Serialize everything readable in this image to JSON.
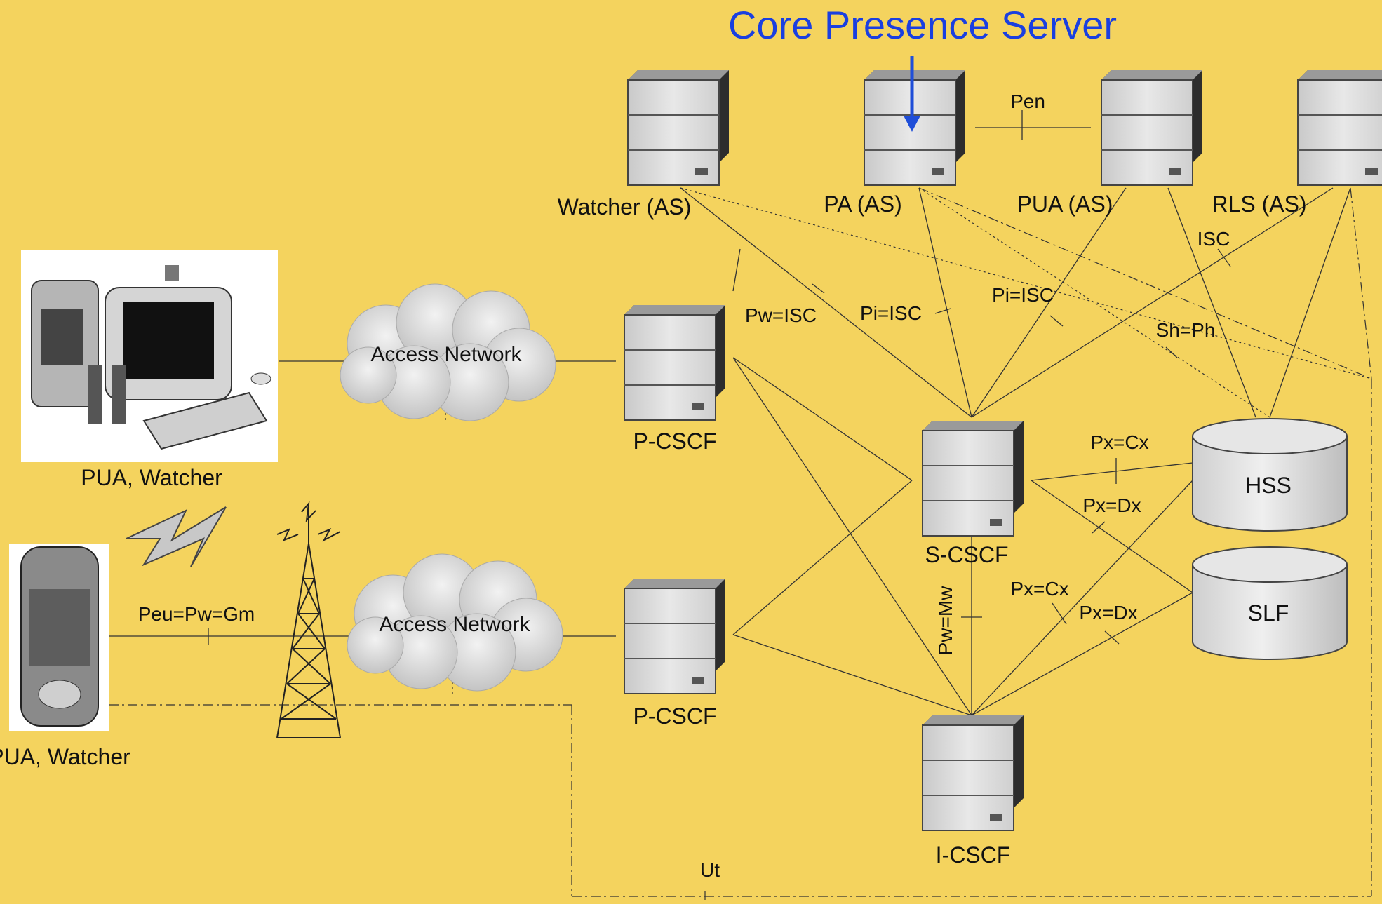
{
  "title": "Core Presence Server",
  "colors": {
    "background": "#f4d35e",
    "title": "#1a3fe0",
    "arrow": "#1f4ed8",
    "line": "#333333"
  },
  "nodes": {
    "watcher_as": "Watcher (AS)",
    "pa_as": "PA (AS)",
    "pua_as": "PUA (AS)",
    "rls_as": "RLS (AS)",
    "pcscf_top": "P-CSCF",
    "pcscf_bottom": "P-CSCF",
    "scscf": "S-CSCF",
    "icscf": "I-CSCF",
    "hss": "HSS",
    "slf": "SLF",
    "access_network_top": "Access Network",
    "access_network_bottom": "Access Network",
    "pc_client": "PUA, Watcher",
    "mobile_client": "PUA, Watcher"
  },
  "interfaces": {
    "pen": "Pen",
    "isc": "ISC",
    "pw_isc": "Pw=ISC",
    "pi_isc_left": "Pi=ISC",
    "pi_isc_right": "Pi=ISC",
    "sh_ph": "Sh=Ph",
    "px_cx_top": "Px=Cx",
    "px_dx_top": "Px=Dx",
    "px_cx_bottom": "Px=Cx",
    "px_dx_bottom": "Px=Dx",
    "pw_mw": "Pw=Mw",
    "peu_pw_gm": "Peu=Pw=Gm",
    "ut": "Ut"
  },
  "icons": [
    "server-icon",
    "database-icon",
    "cloud-icon",
    "pc-icon",
    "mobile-phone-icon",
    "antenna-tower-icon",
    "lightning-icon"
  ]
}
